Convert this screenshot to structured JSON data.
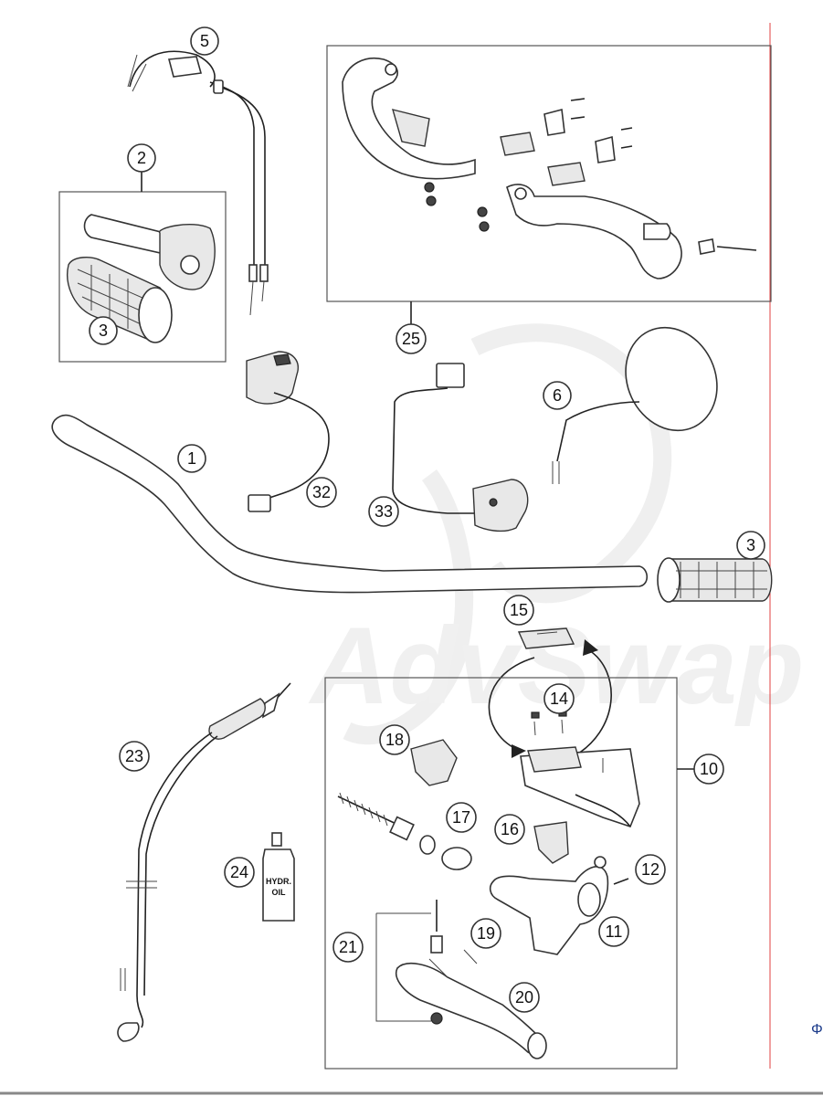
{
  "diagram": {
    "callouts": [
      {
        "id": "c1",
        "label": "1"
      },
      {
        "id": "c2",
        "label": "2"
      },
      {
        "id": "c3a",
        "label": "3"
      },
      {
        "id": "c3b",
        "label": "3"
      },
      {
        "id": "c5",
        "label": "5"
      },
      {
        "id": "c6",
        "label": "6"
      },
      {
        "id": "c10",
        "label": "10"
      },
      {
        "id": "c11",
        "label": "11"
      },
      {
        "id": "c12",
        "label": "12"
      },
      {
        "id": "c14",
        "label": "14"
      },
      {
        "id": "c15",
        "label": "15"
      },
      {
        "id": "c16",
        "label": "16"
      },
      {
        "id": "c17",
        "label": "17"
      },
      {
        "id": "c18",
        "label": "18"
      },
      {
        "id": "c19",
        "label": "19"
      },
      {
        "id": "c20",
        "label": "20"
      },
      {
        "id": "c21",
        "label": "21"
      },
      {
        "id": "c23",
        "label": "23"
      },
      {
        "id": "c24",
        "label": "24"
      },
      {
        "id": "c25",
        "label": "25"
      },
      {
        "id": "c32",
        "label": "32"
      },
      {
        "id": "c33",
        "label": "33"
      }
    ],
    "oil_bottle_label_line1": "HYDR.",
    "oil_bottle_label_line2": "OIL",
    "watermark_text": "AdvSwap",
    "corner_glyph": "Φ"
  },
  "colors": {
    "margin_line": "#e04040",
    "ink": "#222222",
    "watermark": "#efefef"
  }
}
